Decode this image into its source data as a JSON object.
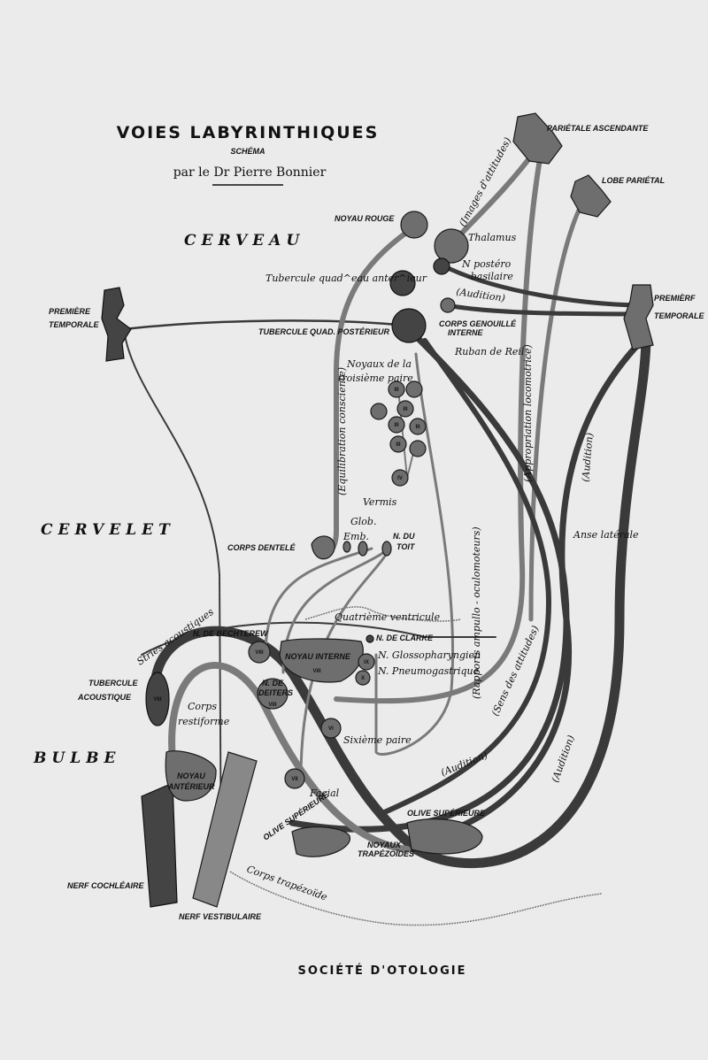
{
  "header": {
    "title": "VOIES LABYRINTHIQUES",
    "subtitle": "SCHÉMA",
    "author": "par le Dr Pierre Bonnier"
  },
  "regions": {
    "cerveau": "CERVEAU",
    "cervelet": "CERVELET",
    "bulbe": "BULBE"
  },
  "labels": {
    "parietale_ascendante": "PARIÉTALE ASCENDANTE",
    "lobe_parietal": "LOBE PARIÉTAL",
    "noyau_rouge": "NOYAU ROUGE",
    "thalamus": "Thalamus",
    "n_postero_basilaire_1": "N postéro",
    "n_postero_basilaire_2": "-basilaire",
    "audition_top": "(Audition)",
    "tubercule_quad_anterieur": "Tubercule quad^eau anter^ieur",
    "premiere_temporale_left_1": "PREMIÈRE",
    "premiere_temporale_left_2": "TEMPORALE",
    "premiere_temporale_right_1": "PREMIÈRF",
    "premiere_temporale_right_2": "TEMPORALE",
    "tubercule_quad_posterieur": "TUBERCULE QUAD. POSTÉRIEUR",
    "corps_genouille_1": "CORPS GENOUILLÉ",
    "corps_genouille_2": "INTERNE",
    "ruban_de_reil": "Ruban de Reil",
    "noyaux_troisieme_1": "Noyaux de la",
    "noyaux_troisieme_2": "troisième paire",
    "images_attitudes": "(Images d'attitudes)",
    "equilibration": "(Equilibration consciente)",
    "appropriation": "(Appropriation locomotrice)",
    "audition_right": "(Audition)",
    "anse_laterale": "Anse latérale",
    "vermis": "Vermis",
    "glob": "Glob.",
    "emb": "Emb.",
    "n_du_toit_1": "N. DU",
    "n_du_toit_2": "TOIT",
    "corps_dentele": "CORPS DENTELÉ",
    "rapports": "(Rapports ampullo - oculomoteurs)",
    "sens_attitudes": "(Sens des attitudes)",
    "quatrieme_ventricule": "Quatrième ventricule",
    "stries_acoustiques": "Stries acoustiques",
    "n_bechterew": "N. DE BECHTEREW",
    "n_clarke": "N. DE CLARKE",
    "n_glosso": "N. Glossopharyngien",
    "n_pneumo": "N. Pneumogastrique",
    "noyau_interne": "NOYAU INTERNE",
    "tubercule_acoustique_1": "TUBERCULE",
    "tubercule_acoustique_2": "ACOUSTIQUE",
    "corps_restiforme_1": "Corps",
    "corps_restiforme_2": "restiforme",
    "n_deiters_1": "N. DE",
    "n_deiters_2": "DEITERS",
    "sixieme_paire": "Sixième paire",
    "audition_low1": "(Audition)",
    "audition_low2": "(Audition)",
    "noyau_anterieur_1": "NOYAU",
    "noyau_anterieur_2": "ANTÉRIEUR",
    "facial": "Facial",
    "olive_sup_left": "OLIVE SUPÉRIEURE",
    "olive_sup_right": "OLIVE SUPÉRIEURE",
    "noyaux_trapezoides_1": "NOYAUX",
    "noyaux_trapezoides_2": "TRAPÉZOÏDES",
    "corps_trapezoide": "Corps trapézoïde",
    "nerf_cochleaire": "NERF COCHLÉAIRE",
    "nerf_vestibulaire": "NERF VESTIBULAIRE"
  },
  "numerals": {
    "iii": "III",
    "iv": "IV",
    "vi": "VI",
    "vii": "VII",
    "viii": "VIII",
    "ix": "IX",
    "x": "X"
  },
  "footer": "SOCIÉTÉ D'OTOLOGIE"
}
